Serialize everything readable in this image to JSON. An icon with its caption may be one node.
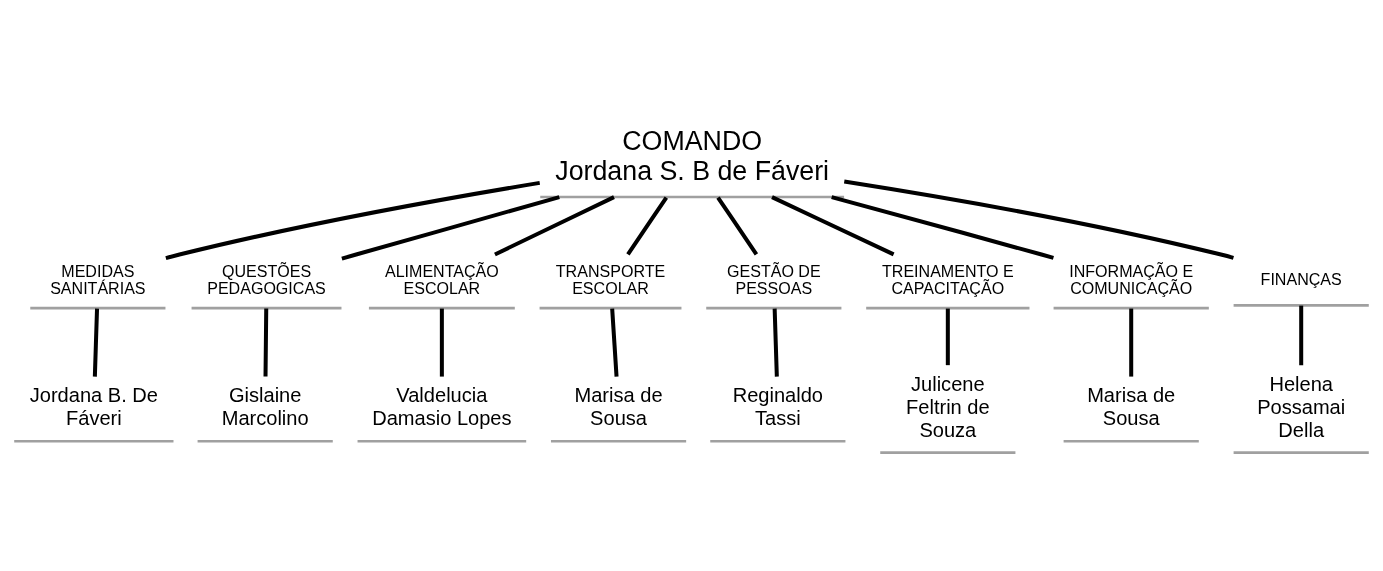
{
  "diagram": {
    "nodes": [
      {
        "text": [
          "COMANDO",
          "Jordana S. B de Fáveri"
        ]
      },
      {
        "text": [
          "MEDIDAS SANITÁRIAS"
        ]
      },
      {
        "text": [
          "QUESTÕES PEDAGOGICAS"
        ]
      },
      {
        "text": [
          "ALIMENTAÇÃO ESCOLAR"
        ]
      },
      {
        "text": [
          "TRANSPORTE ESCOLAR"
        ]
      },
      {
        "text": [
          "GESTÃO DE PESSOAS"
        ]
      },
      {
        "text": [
          "TREINAMENTO E CAPACITAÇÃO"
        ]
      },
      {
        "text": [
          "INFORMAÇÃO E COMUNICAÇÃO"
        ]
      },
      {
        "text": [
          "FINANÇAS"
        ]
      },
      {
        "text": [
          "Jordana B. De Fáveri"
        ]
      },
      {
        "text": [
          "Gislaine Marcolino"
        ]
      },
      {
        "text": [
          "Valdelucia Damasio Lopes"
        ]
      },
      {
        "text": [
          "Marisa de Sousa"
        ]
      },
      {
        "text": [
          "Reginaldo Tassi"
        ]
      },
      {
        "text": [
          "Julicene Feltrin de Souza"
        ]
      },
      {
        "text": [
          "Marisa de Sousa"
        ]
      },
      {
        "text": [
          "Helena Possamai Della"
        ]
      }
    ],
    "edges": [
      {
        "from": 0,
        "to": 1,
        "arrow": "none"
      },
      {
        "from": 0,
        "to": 2,
        "arrow": "none"
      },
      {
        "from": 0,
        "to": 3,
        "arrow": "none"
      },
      {
        "from": 0,
        "to": 4,
        "arrow": "none"
      },
      {
        "from": 0,
        "to": 5,
        "arrow": "none"
      },
      {
        "from": 0,
        "to": 6,
        "arrow": "none"
      },
      {
        "from": 0,
        "to": 7,
        "arrow": "none"
      },
      {
        "from": 0,
        "to": 8,
        "arrow": "none"
      },
      {
        "from": 1,
        "to": 9,
        "arrow": "none"
      },
      {
        "from": 2,
        "to": 10,
        "arrow": "none"
      },
      {
        "from": 3,
        "to": 11,
        "arrow": "none"
      },
      {
        "from": 4,
        "to": 12,
        "arrow": "none"
      },
      {
        "from": 5,
        "to": 13,
        "arrow": "none"
      },
      {
        "from": 6,
        "to": 14,
        "arrow": "none"
      },
      {
        "from": 7,
        "to": 15,
        "arrow": "none"
      },
      {
        "from": 8,
        "to": 16,
        "arrow": "none"
      }
    ]
  }
}
